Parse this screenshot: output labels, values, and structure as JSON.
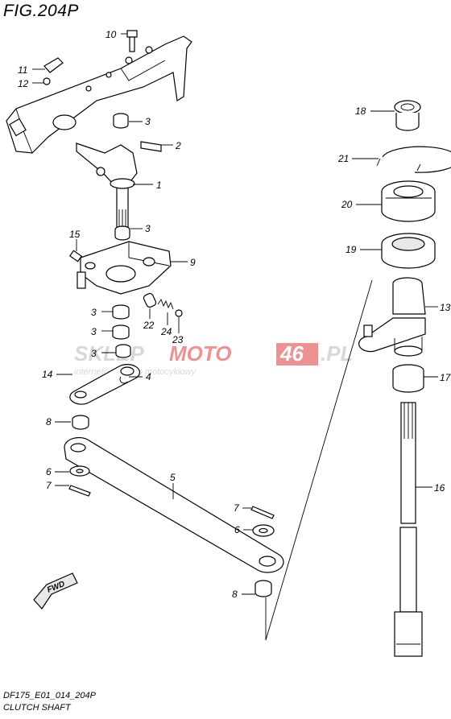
{
  "figure": {
    "title": "FIG.204P",
    "code": "DF175_E01_014_204P",
    "name": "CLUTCH SHAFT"
  },
  "watermark": {
    "brand_left": "SKLEP",
    "brand_mid": "MOTO",
    "brand_num": "46",
    "brand_tld": ".PL",
    "tagline": "internetowy sklep motocyklowy",
    "color_grey": "#b9b9b9",
    "color_red": "#e03a3a"
  },
  "fwd_label": "FWD",
  "callouts": [
    "1",
    "2",
    "3",
    "3",
    "3",
    "3",
    "3",
    "4",
    "5",
    "6",
    "6",
    "7",
    "7",
    "8",
    "8",
    "9",
    "10",
    "11",
    "12",
    "13",
    "14",
    "15",
    "16",
    "17",
    "18",
    "19",
    "20",
    "21",
    "22",
    "23",
    "24"
  ]
}
